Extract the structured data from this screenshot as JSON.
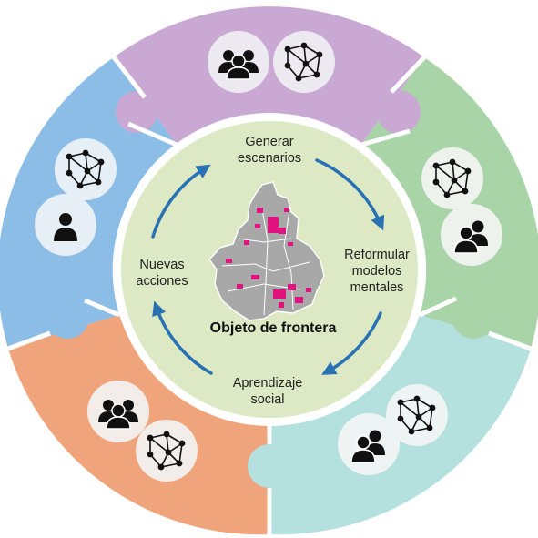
{
  "center": {
    "title": "Objeto de frontera"
  },
  "cycle": {
    "step1": [
      "Generar",
      "escenarios"
    ],
    "step2": [
      "Reformular",
      "modelos",
      "mentales"
    ],
    "step3": [
      "Aprendizaje",
      "social"
    ],
    "step4": [
      "Nuevas",
      "acciones"
    ]
  },
  "colors": {
    "top": "#c9a9d3",
    "right": "#a8d4a8",
    "bottom_right": "#b4e0de",
    "bottom_left": "#f0a47b",
    "left": "#8cbde6",
    "inner_circle": "#dce9c4",
    "arrows": "#2872b4",
    "map_fill": "#a8a8a8",
    "map_highlight": "#e0137f"
  },
  "segments": [
    {
      "name": "top",
      "icons": [
        "people-group-icon",
        "network-icon"
      ]
    },
    {
      "name": "right",
      "icons": [
        "network-icon",
        "people-pair-icon"
      ]
    },
    {
      "name": "bottom-right",
      "icons": [
        "network-icon",
        "people-pair-icon"
      ]
    },
    {
      "name": "bottom-left",
      "icons": [
        "people-group-icon",
        "network-icon"
      ]
    },
    {
      "name": "left",
      "icons": [
        "network-icon",
        "person-icon"
      ]
    }
  ]
}
